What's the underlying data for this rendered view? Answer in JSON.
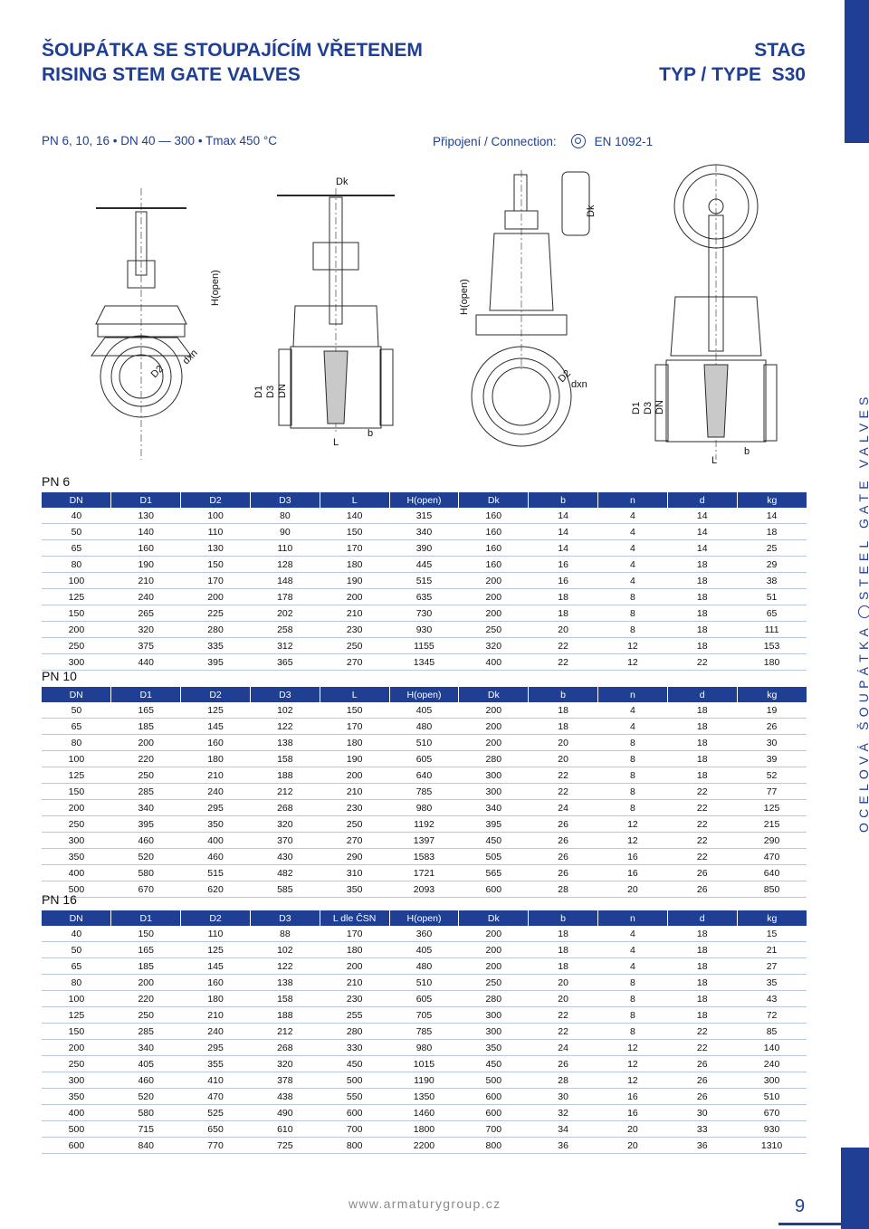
{
  "header": {
    "title_cz": "ŠOUPÁTKA SE STOUPAJÍCÍM VŘETENEM",
    "title_en": "RISING STEM GATE VALVES",
    "brand": "STAG",
    "type": "TYP / TYPE  S30"
  },
  "specs": "PN 6, 10, 16 • DN 40 — 300 • Tmax 450 °C",
  "connection": {
    "label": "Připojení / Connection:",
    "standard": "EN 1092-1"
  },
  "drawing_labels": {
    "dk": "Dk",
    "h_open": "H(open)",
    "d2": "D2",
    "dxn": "dxn",
    "d1": "D1",
    "d3": "D3",
    "dn": "DN",
    "l": "L",
    "b": "b"
  },
  "sidebar": {
    "left": "OCELOVÁ ŠOUPÁTKA",
    "right": "STEEL GATE VALVES"
  },
  "tables": [
    {
      "label": "PN 6",
      "columns": [
        "DN",
        "D1",
        "D2",
        "D3",
        "L",
        "H(open)",
        "Dk",
        "b",
        "n",
        "d",
        "kg"
      ],
      "rows": [
        [
          "40",
          "130",
          "100",
          "80",
          "140",
          "315",
          "160",
          "14",
          "4",
          "14",
          "14"
        ],
        [
          "50",
          "140",
          "110",
          "90",
          "150",
          "340",
          "160",
          "14",
          "4",
          "14",
          "18"
        ],
        [
          "65",
          "160",
          "130",
          "110",
          "170",
          "390",
          "160",
          "14",
          "4",
          "14",
          "25"
        ],
        [
          "80",
          "190",
          "150",
          "128",
          "180",
          "445",
          "160",
          "16",
          "4",
          "18",
          "29"
        ],
        [
          "100",
          "210",
          "170",
          "148",
          "190",
          "515",
          "200",
          "16",
          "4",
          "18",
          "38"
        ],
        [
          "125",
          "240",
          "200",
          "178",
          "200",
          "635",
          "200",
          "18",
          "8",
          "18",
          "51"
        ],
        [
          "150",
          "265",
          "225",
          "202",
          "210",
          "730",
          "200",
          "18",
          "8",
          "18",
          "65"
        ],
        [
          "200",
          "320",
          "280",
          "258",
          "230",
          "930",
          "250",
          "20",
          "8",
          "18",
          "111"
        ],
        [
          "250",
          "375",
          "335",
          "312",
          "250",
          "1155",
          "320",
          "22",
          "12",
          "18",
          "153"
        ],
        [
          "300",
          "440",
          "395",
          "365",
          "270",
          "1345",
          "400",
          "22",
          "12",
          "22",
          "180"
        ]
      ]
    },
    {
      "label": "PN 10",
      "columns": [
        "DN",
        "D1",
        "D2",
        "D3",
        "L",
        "H(open)",
        "Dk",
        "b",
        "n",
        "d",
        "kg"
      ],
      "rows": [
        [
          "50",
          "165",
          "125",
          "102",
          "150",
          "405",
          "200",
          "18",
          "4",
          "18",
          "19"
        ],
        [
          "65",
          "185",
          "145",
          "122",
          "170",
          "480",
          "200",
          "18",
          "4",
          "18",
          "26"
        ],
        [
          "80",
          "200",
          "160",
          "138",
          "180",
          "510",
          "200",
          "20",
          "8",
          "18",
          "30"
        ],
        [
          "100",
          "220",
          "180",
          "158",
          "190",
          "605",
          "280",
          "20",
          "8",
          "18",
          "39"
        ],
        [
          "125",
          "250",
          "210",
          "188",
          "200",
          "640",
          "300",
          "22",
          "8",
          "18",
          "52"
        ],
        [
          "150",
          "285",
          "240",
          "212",
          "210",
          "785",
          "300",
          "22",
          "8",
          "22",
          "77"
        ],
        [
          "200",
          "340",
          "295",
          "268",
          "230",
          "980",
          "340",
          "24",
          "8",
          "22",
          "125"
        ],
        [
          "250",
          "395",
          "350",
          "320",
          "250",
          "1192",
          "395",
          "26",
          "12",
          "22",
          "215"
        ],
        [
          "300",
          "460",
          "400",
          "370",
          "270",
          "1397",
          "450",
          "26",
          "12",
          "22",
          "290"
        ],
        [
          "350",
          "520",
          "460",
          "430",
          "290",
          "1583",
          "505",
          "26",
          "16",
          "22",
          "470"
        ],
        [
          "400",
          "580",
          "515",
          "482",
          "310",
          "1721",
          "565",
          "26",
          "16",
          "26",
          "640"
        ],
        [
          "500",
          "670",
          "620",
          "585",
          "350",
          "2093",
          "600",
          "28",
          "20",
          "26",
          "850"
        ]
      ]
    },
    {
      "label": "PN 16",
      "columns": [
        "DN",
        "D1",
        "D2",
        "D3",
        "L dle ČSN",
        "H(open)",
        "Dk",
        "b",
        "n",
        "d",
        "kg"
      ],
      "rows": [
        [
          "40",
          "150",
          "110",
          "88",
          "170",
          "360",
          "200",
          "18",
          "4",
          "18",
          "15"
        ],
        [
          "50",
          "165",
          "125",
          "102",
          "180",
          "405",
          "200",
          "18",
          "4",
          "18",
          "21"
        ],
        [
          "65",
          "185",
          "145",
          "122",
          "200",
          "480",
          "200",
          "18",
          "4",
          "18",
          "27"
        ],
        [
          "80",
          "200",
          "160",
          "138",
          "210",
          "510",
          "250",
          "20",
          "8",
          "18",
          "35"
        ],
        [
          "100",
          "220",
          "180",
          "158",
          "230",
          "605",
          "280",
          "20",
          "8",
          "18",
          "43"
        ],
        [
          "125",
          "250",
          "210",
          "188",
          "255",
          "705",
          "300",
          "22",
          "8",
          "18",
          "72"
        ],
        [
          "150",
          "285",
          "240",
          "212",
          "280",
          "785",
          "300",
          "22",
          "8",
          "22",
          "85"
        ],
        [
          "200",
          "340",
          "295",
          "268",
          "330",
          "980",
          "350",
          "24",
          "12",
          "22",
          "140"
        ],
        [
          "250",
          "405",
          "355",
          "320",
          "450",
          "1015",
          "450",
          "26",
          "12",
          "26",
          "240"
        ],
        [
          "300",
          "460",
          "410",
          "378",
          "500",
          "1190",
          "500",
          "28",
          "12",
          "26",
          "300"
        ],
        [
          "350",
          "520",
          "470",
          "438",
          "550",
          "1350",
          "600",
          "30",
          "16",
          "26",
          "510"
        ],
        [
          "400",
          "580",
          "525",
          "490",
          "600",
          "1460",
          "600",
          "32",
          "16",
          "30",
          "670"
        ],
        [
          "500",
          "715",
          "650",
          "610",
          "700",
          "1800",
          "700",
          "34",
          "20",
          "33",
          "930"
        ],
        [
          "600",
          "840",
          "770",
          "725",
          "800",
          "2200",
          "800",
          "36",
          "20",
          "36",
          "1310"
        ]
      ]
    }
  ],
  "footer": {
    "url": "www.armaturygroup.cz",
    "page": "9"
  }
}
